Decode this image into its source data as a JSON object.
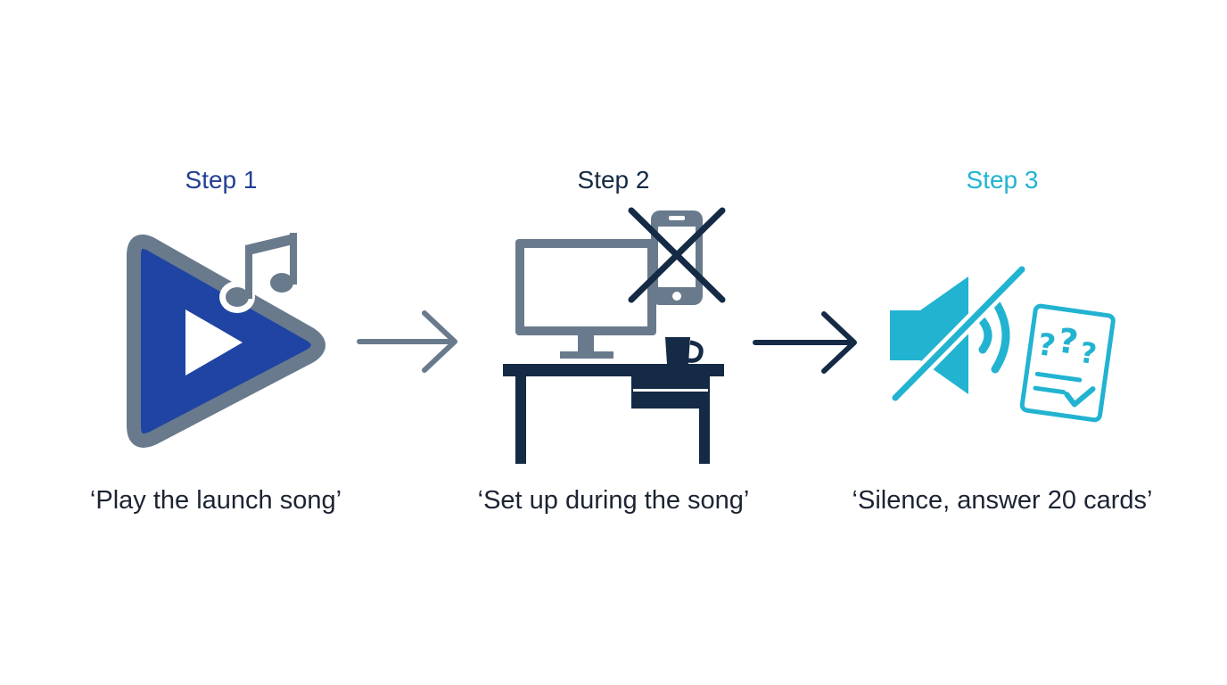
{
  "steps": [
    {
      "title": "Step 1",
      "caption": "‘Play the launch song’",
      "color": "#233f95",
      "icon": "play-music-icon"
    },
    {
      "title": "Step 2",
      "caption": "‘Set up during the song’",
      "color": "#142a45",
      "icon": "desk-no-phone-icon"
    },
    {
      "title": "Step 3",
      "caption": "‘Silence, answer 20 cards’",
      "color": "#22b3d1",
      "icon": "mute-quiz-cards-icon"
    }
  ],
  "arrows": [
    {
      "icon": "arrow-right-icon",
      "color": "#687a8c"
    },
    {
      "icon": "arrow-right-icon",
      "color": "#142a45"
    }
  ],
  "colors": {
    "play_blue": "#1f44a3",
    "slate_gray": "#687a8c",
    "navy": "#142a45",
    "cyan": "#22b3d1"
  }
}
